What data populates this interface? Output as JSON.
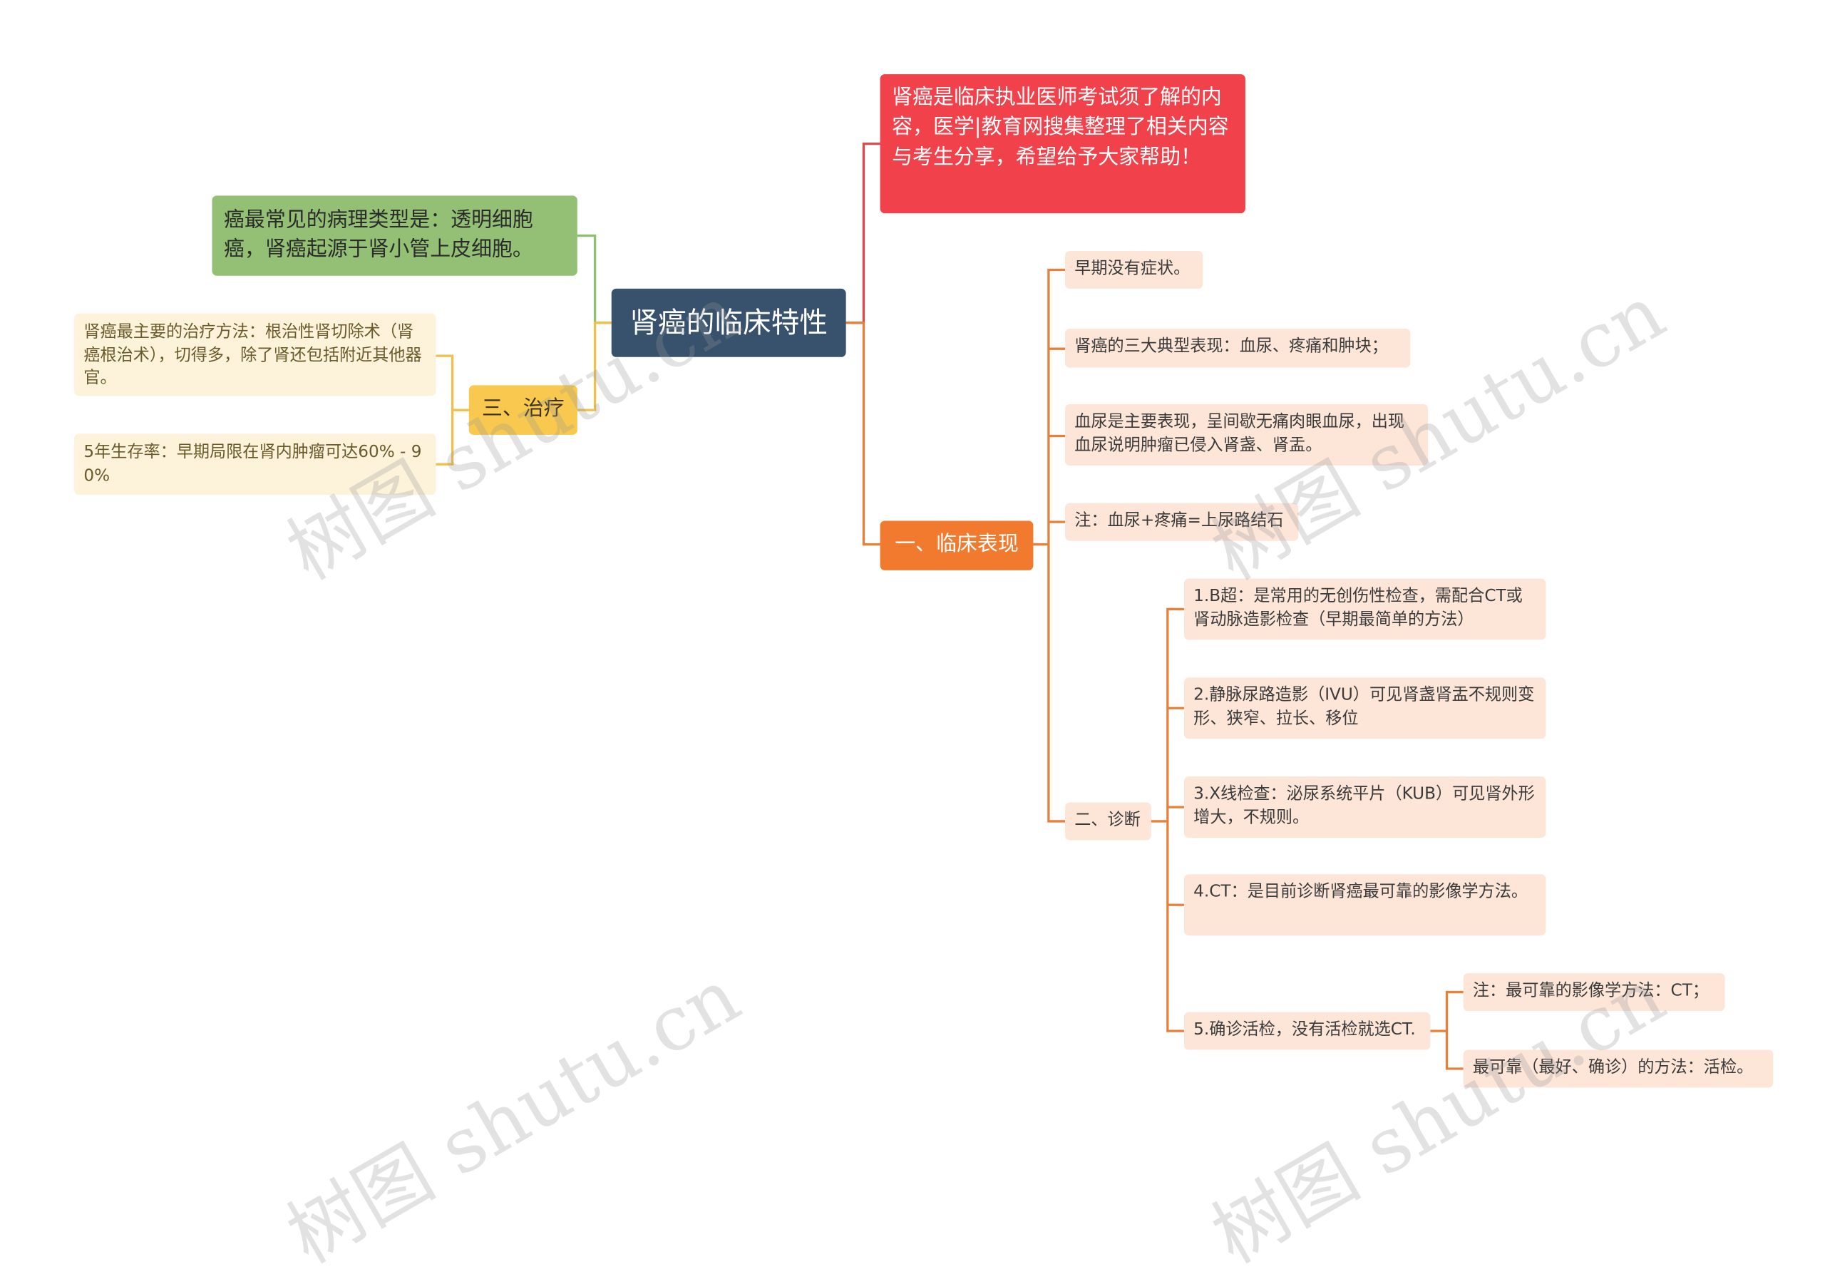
{
  "root": "肾癌的临床特性",
  "intro": "肾癌是临床执业医师考试须了解的内容，医学|教育网搜集整理了相关内容与考生分享，希望给予大家帮助！",
  "pathology": "癌最常见的病理类型是：透明细胞癌，肾癌起源于肾小管上皮细胞。",
  "treatment": {
    "label": "三、治疗",
    "items": [
      "肾癌最主要的治疗方法：根治性肾切除术（肾癌根治术），切得多，除了肾还包括附近其他器官。",
      "5年生存率：早期局限在肾内肿瘤可达60% - 90%"
    ]
  },
  "clinical": {
    "label": "一、临床表现",
    "items": [
      "早期没有症状。",
      "肾癌的三大典型表现：血尿、疼痛和肿块；",
      "血尿是主要表现，呈间歇无痛肉眼血尿，出现血尿说明肿瘤已侵入肾盏、肾盂。",
      "注：血尿+疼痛=上尿路结石"
    ]
  },
  "diagnosis": {
    "label": "二、诊断",
    "items": [
      "1.B超：是常用的无创伤性检查，需配合CT或肾动脉造影检查（早期最简单的方法）",
      "2.静脉尿路造影（IVU）可见肾盏肾盂不规则变形、狭窄、拉长、移位",
      "3.X线检查：泌尿系统平片（KUB）可见肾外形增大，不规则。",
      "4.CT：是目前诊断肾癌最可靠的影像学方法。",
      "5.确诊活检，没有活检就选CT."
    ],
    "biopsy_notes": [
      "注：最可靠的影像学方法：CT；",
      "最可靠（最好、确诊）的方法：活检。"
    ]
  },
  "watermarks": [
    "树图 shutu.cn",
    "树图 shutu.cn",
    "树图 shutu.cn",
    "树图 shutu.cn"
  ],
  "colors": {
    "root": "#38526d",
    "intro": "#f1424b",
    "pathology": "#93c074",
    "treatment": "#f8c94e",
    "treatment_leaf": "#fdf3db",
    "clinical": "#f27a2e",
    "clinical_leaf": "#fde5d8",
    "line_green": "#8fbf70",
    "line_yellow": "#f2c04a",
    "line_orange": "#e8803a",
    "line_red": "#e24850"
  }
}
